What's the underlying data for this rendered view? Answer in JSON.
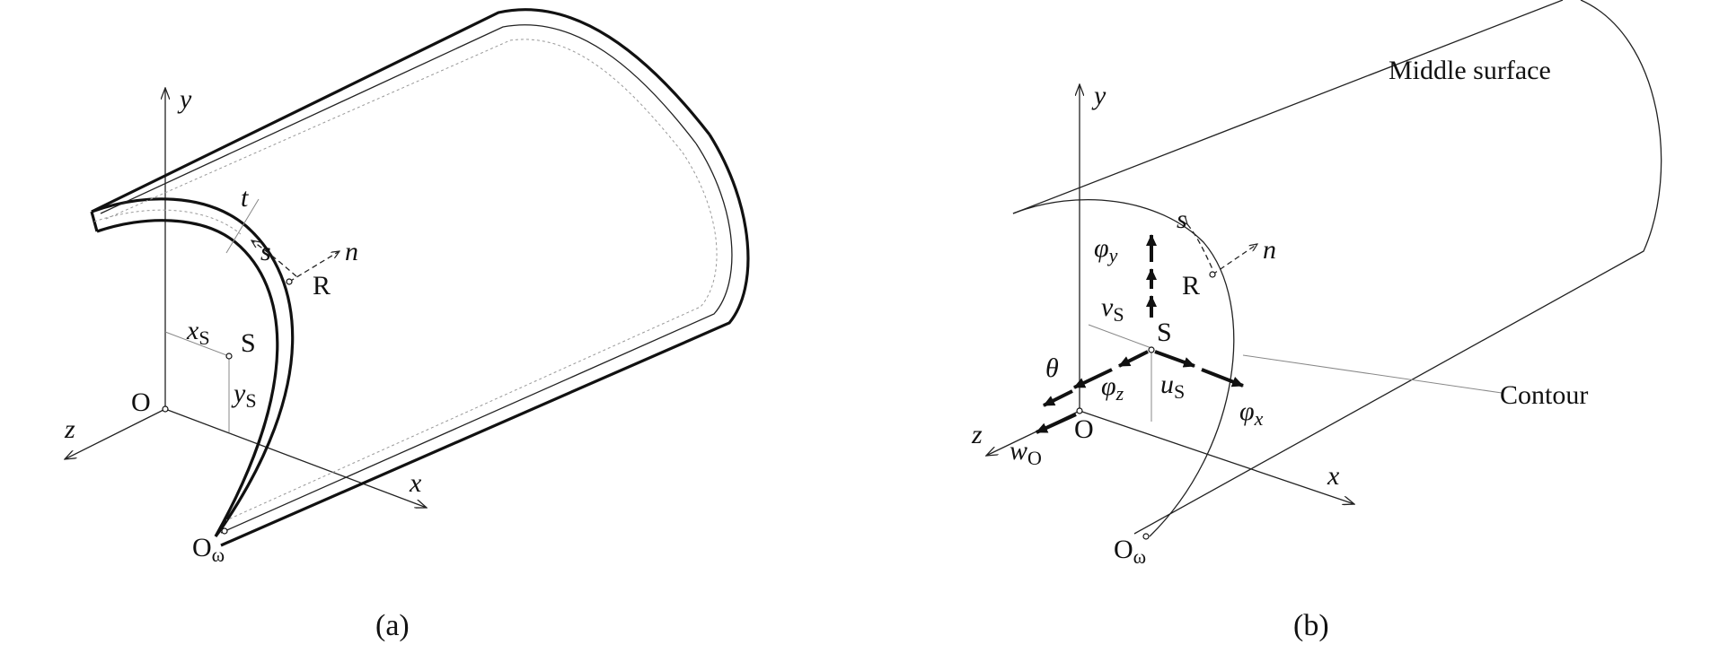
{
  "panel_a": {
    "caption": "(a)",
    "labels": {
      "y": "y",
      "x": "x",
      "z": "z",
      "O": "O",
      "O_omega": "O",
      "omega": "ω",
      "t": "t",
      "s": "s",
      "n": "n",
      "R": "R",
      "S": "S",
      "x_s": "x",
      "x_s_sub": "S",
      "y_s": "y",
      "y_s_sub": "S"
    }
  },
  "panel_b": {
    "caption": "(b)",
    "labels": {
      "middle_surface": "Middle surface",
      "contour": "Contour",
      "y": "y",
      "x": "x",
      "z": "z",
      "O": "O",
      "O_omega": "O",
      "omega": "ω",
      "s": "s",
      "n": "n",
      "R": "R",
      "S": "S",
      "phi_y": "φ",
      "phi_y_sub": "y",
      "v_s": "v",
      "v_s_sub": "S",
      "u_s": "u",
      "u_s_sub": "S",
      "phi_x": "φ",
      "phi_x_sub": "x",
      "phi_z": "φ",
      "phi_z_sub": "z",
      "theta": "θ",
      "w_o": "w",
      "w_o_sub": "O"
    }
  }
}
